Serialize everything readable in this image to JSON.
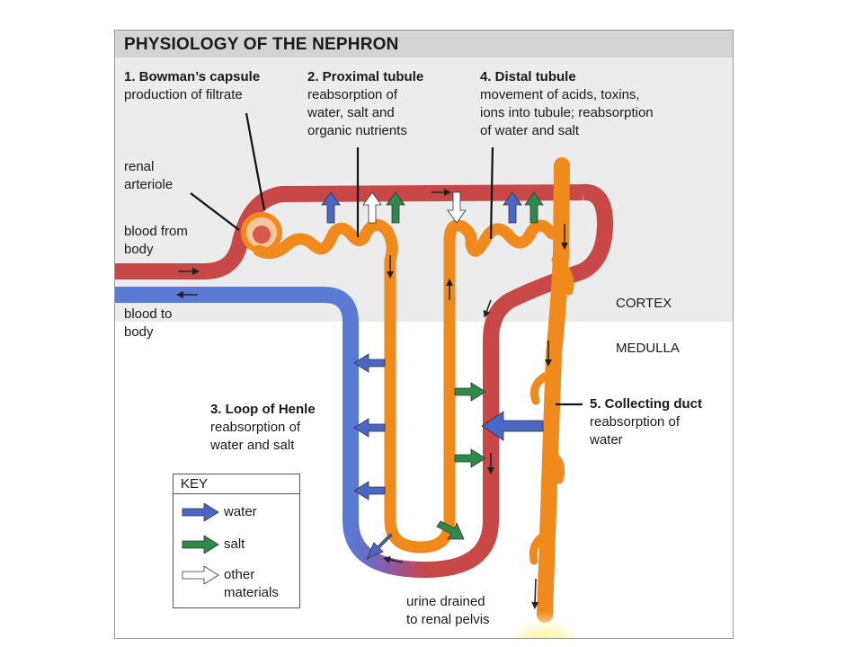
{
  "title": "PHYSIOLOGY OF THE NEPHRON",
  "steps": {
    "bowman": {
      "heading": "1. Bowman’s capsule",
      "lines": [
        "production of filtrate"
      ]
    },
    "proximal": {
      "heading": "2. Proximal tubule",
      "lines": [
        "reabsorption of",
        "water, salt and",
        "organic nutrients"
      ]
    },
    "loop": {
      "heading": "3. Loop of Henle",
      "lines": [
        "reabsorption of",
        "water and salt"
      ]
    },
    "distal": {
      "heading": "4. Distal tubule",
      "lines": [
        "movement of acids, toxins,",
        "ions into tubule; reabsorption",
        "of water and salt"
      ]
    },
    "collecting": {
      "heading": "5. Collecting duct",
      "lines": [
        "reabsorption of",
        "water"
      ]
    }
  },
  "labels": {
    "renal_arteriole": [
      "renal",
      "arteriole"
    ],
    "blood_from": [
      "blood from",
      "body"
    ],
    "blood_to": [
      "blood to",
      "body"
    ],
    "cortex": "CORTEX",
    "medulla": "MEDULLA",
    "urine": [
      "urine drained",
      "to renal pelvis"
    ]
  },
  "key": {
    "title": "KEY",
    "items": [
      {
        "label": [
          "water"
        ],
        "icon": "blue-arrow",
        "color": "#4a67c6"
      },
      {
        "label": [
          "salt"
        ],
        "icon": "green-arrow",
        "color": "#2e8a49"
      },
      {
        "label": [
          "other",
          "materials"
        ],
        "icon": "white-arrow",
        "color": "#ffffff"
      }
    ]
  },
  "colors": {
    "artery": "#c84848",
    "vein": "#5a7ad6",
    "tubule": "#f08a1c",
    "water": "#4a67c6",
    "salt": "#2e8a49",
    "cortex_band": "#ececec"
  }
}
